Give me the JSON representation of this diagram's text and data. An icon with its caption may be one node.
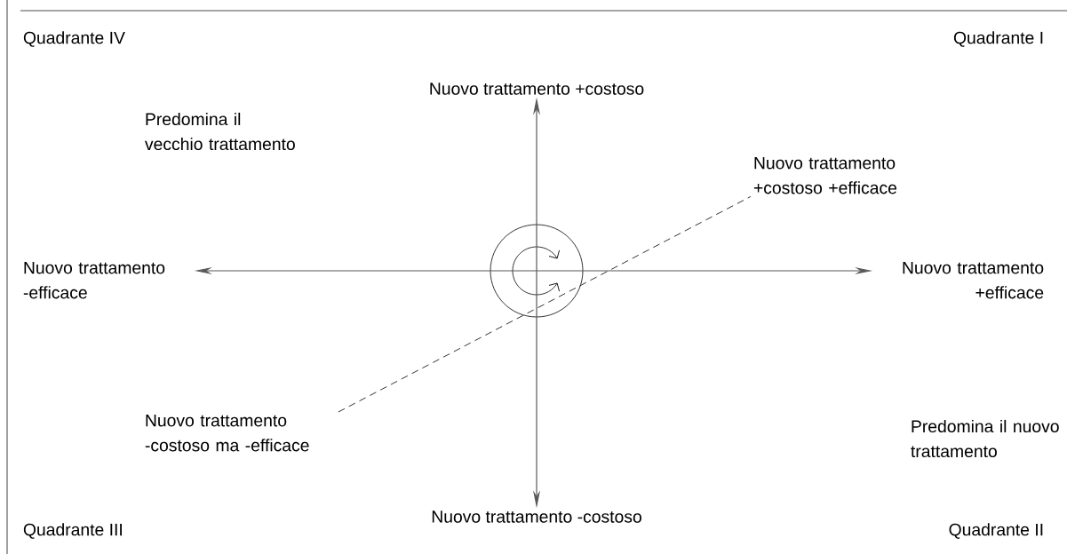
{
  "diagram": {
    "nodes": [
      {
        "text": [
          "Nuovo trattamento +costoso"
        ]
      },
      {
        "text": [
          "Nuovo trattamento +costoso +efficace"
        ]
      },
      {
        "text": [
          "Nuovo trattamento -efficace"
        ]
      },
      {
        "text": [
          "Nuovo trattamento +efficace"
        ]
      },
      {
        "text": [
          "Nuovo trattamento -costoso ma -efficace"
        ]
      },
      {
        "text": [
          "Nuovo trattamento -costoso"
        ]
      }
    ],
    "edges": [
      {
        "from": 5,
        "to": 0,
        "arrow": "both"
      },
      {
        "from": 2,
        "to": 3,
        "arrow": "both"
      },
      {
        "from": 4,
        "to": 1,
        "arrow": "none",
        "style": "dashed"
      }
    ],
    "labels": [
      "Quadrante IV",
      "Quadrante I",
      "Predomina il vecchio trattamento",
      "Predomina il nuovo trattamento",
      "Quadrante III",
      "Quadrante II"
    ]
  }
}
